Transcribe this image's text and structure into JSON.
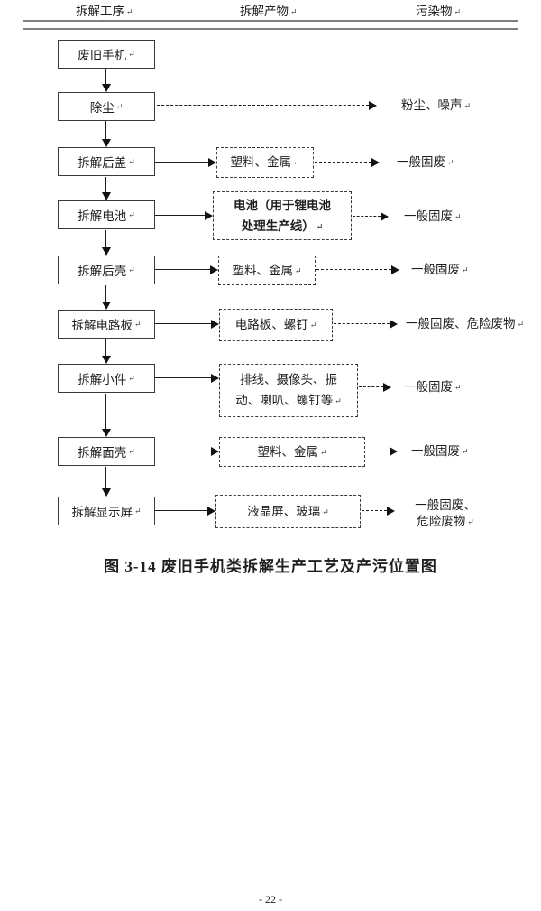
{
  "page": {
    "caption": "图 3-14 废旧手机类拆解生产工艺及产污位置图",
    "page_number": "- 22 -",
    "return_mark": "↵"
  },
  "figure": {
    "columns": [
      {
        "label": "拆解工序"
      },
      {
        "label": "拆解产物"
      },
      {
        "label": "污染物"
      }
    ]
  },
  "colors": {
    "ink": "#1f1f1f",
    "rule_gray": "#808080",
    "box_border": "#3a3a3a"
  },
  "flow": {
    "type": "flowchart",
    "steps": [
      {
        "process": "废旧手机",
        "product": "",
        "pollutant": ""
      },
      {
        "process": "除尘",
        "product": "",
        "pollutant": "粉尘、噪声"
      },
      {
        "process": "拆解后盖",
        "product": "塑料、金属",
        "pollutant": "一般固废"
      },
      {
        "process": "拆解电池",
        "product": "电池（用于锂电池\n处理生产线）",
        "pollutant": "一般固废"
      },
      {
        "process": "拆解后壳",
        "product": "塑料、金属",
        "pollutant": "一般固废"
      },
      {
        "process": "拆解电路板",
        "product": "电路板、螺钉",
        "pollutant": "一般固废、危险废物"
      },
      {
        "process": "拆解小件",
        "product": "排线、摄像头、振\n动、喇叭、螺钉等",
        "pollutant": "一般固废"
      },
      {
        "process": "拆解面壳",
        "product": "塑料、金属",
        "pollutant": "一般固废"
      },
      {
        "process": "拆解显示屏",
        "product": "液晶屏、玻璃",
        "pollutant": "一般固废、\n危险废物"
      }
    ]
  }
}
